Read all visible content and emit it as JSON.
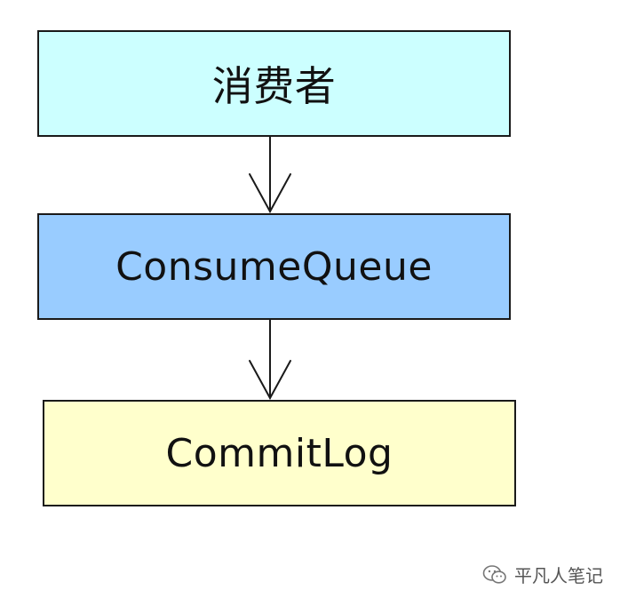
{
  "diagram": {
    "boxes": [
      {
        "label": "消费者",
        "fill": "#ccffff"
      },
      {
        "label": "ConsumeQueue",
        "fill": "#99ccff"
      },
      {
        "label": "CommitLog",
        "fill": "#ffffcc"
      }
    ],
    "edges": [
      {
        "from": "消费者",
        "to": "ConsumeQueue"
      },
      {
        "from": "ConsumeQueue",
        "to": "CommitLog"
      }
    ]
  },
  "watermark": {
    "text": "平凡人笔记",
    "icon": "wechat-icon"
  }
}
